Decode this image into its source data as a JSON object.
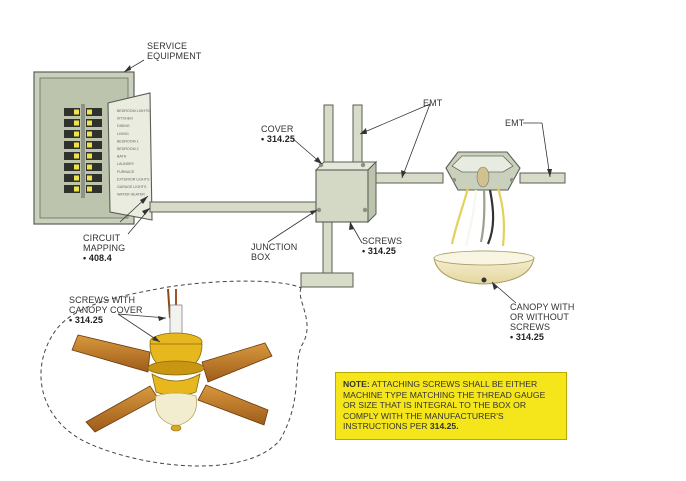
{
  "labels": {
    "service_equipment": [
      "SERVICE",
      "EQUIPMENT"
    ],
    "emt_top": "EMT",
    "emt_right": "EMT",
    "cover": {
      "text": "COVER",
      "ref": "• 314.25"
    },
    "circuit_mapping": {
      "lines": [
        "CIRCUIT",
        "MAPPING"
      ],
      "ref": "• 408.4"
    },
    "junction_box": [
      "JUNCTION",
      "BOX"
    ],
    "screws": {
      "text": "SCREWS",
      "ref": "• 314.25"
    },
    "screws_canopy_cover": {
      "lines": [
        "SCREWS WITH",
        "CANOPY COVER"
      ],
      "ref": "• 314.25"
    },
    "canopy": {
      "lines": [
        "CANOPY WITH",
        "OR WITHOUT",
        "SCREWS"
      ],
      "ref": "• 314.25"
    }
  },
  "panel_directory": [
    "BEDROOM LIGHTS",
    "KITCHEN",
    "DINING",
    "LIVING",
    "BEDROOM 1",
    "BEDROOM 2",
    "BATH",
    "LAUNDRY",
    "FURNACE",
    "EXTERIOR LIGHTS",
    "GARAGE LIGHTS",
    "WATER HEATER"
  ],
  "note": {
    "prefix": "NOTE:",
    "text": " ATTACHING SCREWS SHALL BE EITHER MACHINE TYPE MATCHING THE THREAD GAUGE OR SIZE THAT IS INTEGRAL TO THE BOX OR COMPLY WITH THE MANUFACTURER'S INSTRUCTIONS PER ",
    "ref": "314.25."
  },
  "colors": {
    "equipment_fill": "#c9d0bb",
    "conduit_fill": "#d6dcc8",
    "outline": "#5a5e55",
    "breaker_yellow": "#f0e24a",
    "wire_yellow": "#e2d25a",
    "note_bg": "#f5e61b",
    "fan_blade": "#c8842e",
    "fan_brass": "#e6b81e",
    "globe": "#f3edd0"
  }
}
